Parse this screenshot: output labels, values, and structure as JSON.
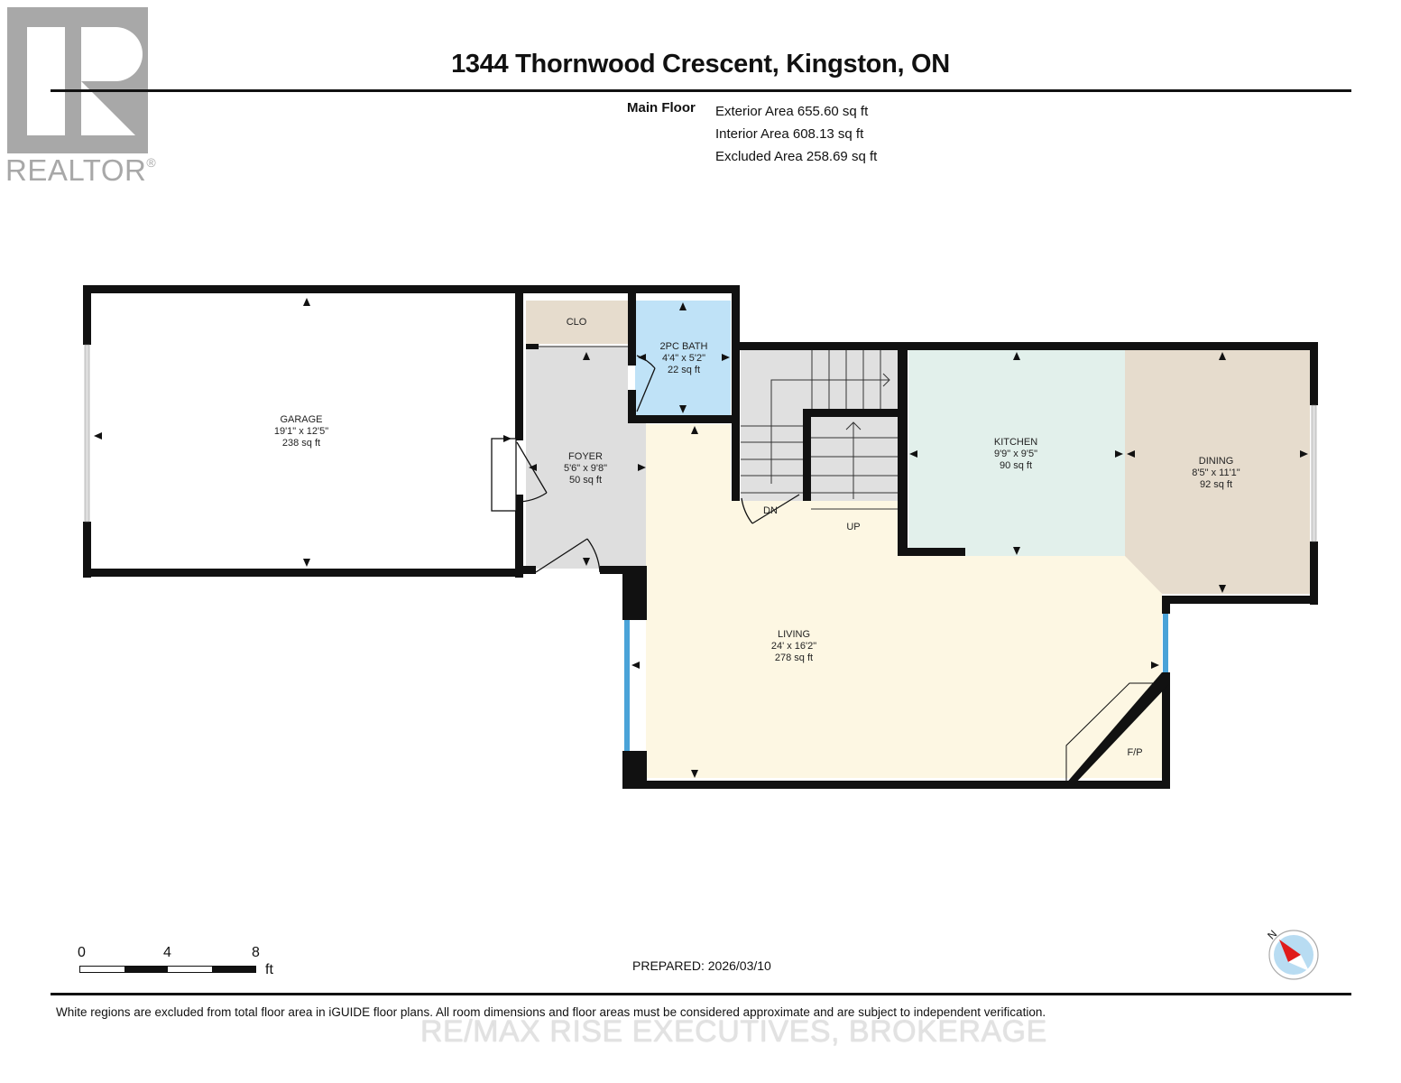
{
  "header": {
    "logo_text": "REALTOR",
    "logo_mark": "®",
    "title": "1344 Thornwood Crescent, Kingston, ON"
  },
  "floor_summary": {
    "floor_name": "Main Floor",
    "exterior_area": "Exterior Area 655.60 sq ft",
    "interior_area": "Interior Area 608.13 sq ft",
    "excluded_area": "Excluded Area 258.69 sq ft"
  },
  "colors": {
    "wall": "#111111",
    "garage": "#ffffff",
    "closet": "#e6dccd",
    "bath": "#bfe2f7",
    "foyer": "#dedede",
    "stairs": "#e0e0e0",
    "kitchen": "#e2f0eb",
    "dining": "#e6dccd",
    "living": "#fdf7e3",
    "window_blue": "#4aa3d8",
    "compass_red": "#e01b1b",
    "compass_fill": "#b8dcf2"
  },
  "rooms": [
    {
      "id": "garage",
      "name": "GARAGE",
      "dims": "19'1\" x 12'5\"",
      "area": "238 sq ft"
    },
    {
      "id": "closet",
      "name": "CLO"
    },
    {
      "id": "bath",
      "name": "2PC BATH",
      "dims": "4'4\" x 5'2\"",
      "area": "22 sq ft"
    },
    {
      "id": "foyer",
      "name": "FOYER",
      "dims": "5'6\" x 9'8\"",
      "area": "50 sq ft"
    },
    {
      "id": "kitchen",
      "name": "KITCHEN",
      "dims": "9'9\" x 9'5\"",
      "area": "90 sq ft"
    },
    {
      "id": "dining",
      "name": "DINING",
      "dims": "8'5\" x 11'1\"",
      "area": "92 sq ft"
    },
    {
      "id": "living",
      "name": "LIVING",
      "dims": "24' x 16'2\"",
      "area": "278 sq ft"
    }
  ],
  "labels": {
    "stairs_down": "DN",
    "stairs_up": "UP",
    "fireplace": "F/P"
  },
  "scale_bar": {
    "ticks": [
      "0",
      "4",
      "8"
    ],
    "unit": "ft"
  },
  "compass": {
    "label": "N"
  },
  "footer": {
    "prepared": "PREPARED: 2026/03/10",
    "disclaimer": "White regions are excluded from total floor area in iGUIDE floor plans. All room dimensions and floor areas must be considered approximate and are subject to independent verification.",
    "watermark": "RE/MAX RISE EXECUTIVES, BROKERAGE"
  }
}
